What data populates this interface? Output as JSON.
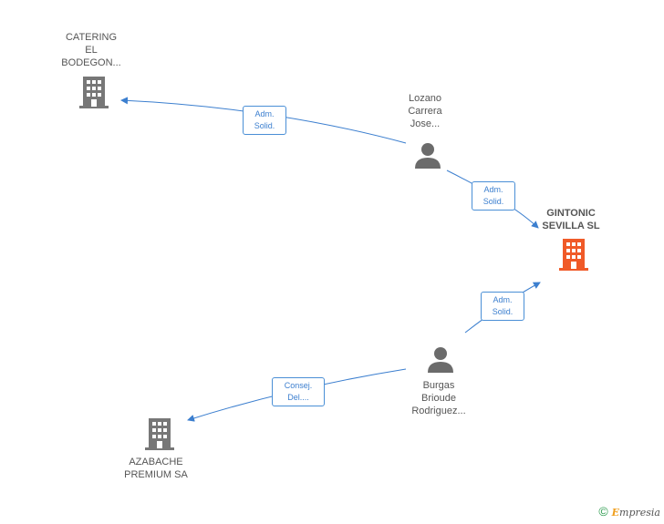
{
  "colors": {
    "edge": "#3c7fcf",
    "company": "#777777",
    "main_company": "#f05a28",
    "person": "#6b6b6b"
  },
  "nodes": {
    "catering": {
      "label": "CATERING\nEL\nBODEGON...",
      "icon": "building-icon"
    },
    "lozano": {
      "label": "Lozano\nCarrera\nJose...",
      "icon": "person-icon"
    },
    "gintonic": {
      "label": "GINTONIC\nSEVILLA SL",
      "icon": "building-icon"
    },
    "burgas": {
      "label": "Burgas\nBrioude\nRodriguez...",
      "icon": "person-icon"
    },
    "azabache": {
      "label": "AZABACHE\nPREMIUM SA",
      "icon": "building-icon"
    }
  },
  "edges": {
    "lozano_catering": "Adm.\nSolid.",
    "lozano_gintonic": "Adm.\nSolid.",
    "burgas_gintonic": "Adm.\nSolid.",
    "burgas_azabache": "Consej.\nDel...."
  },
  "footer": {
    "copyright": "©",
    "brand_e": "E",
    "brand_rest": "mpresia"
  }
}
